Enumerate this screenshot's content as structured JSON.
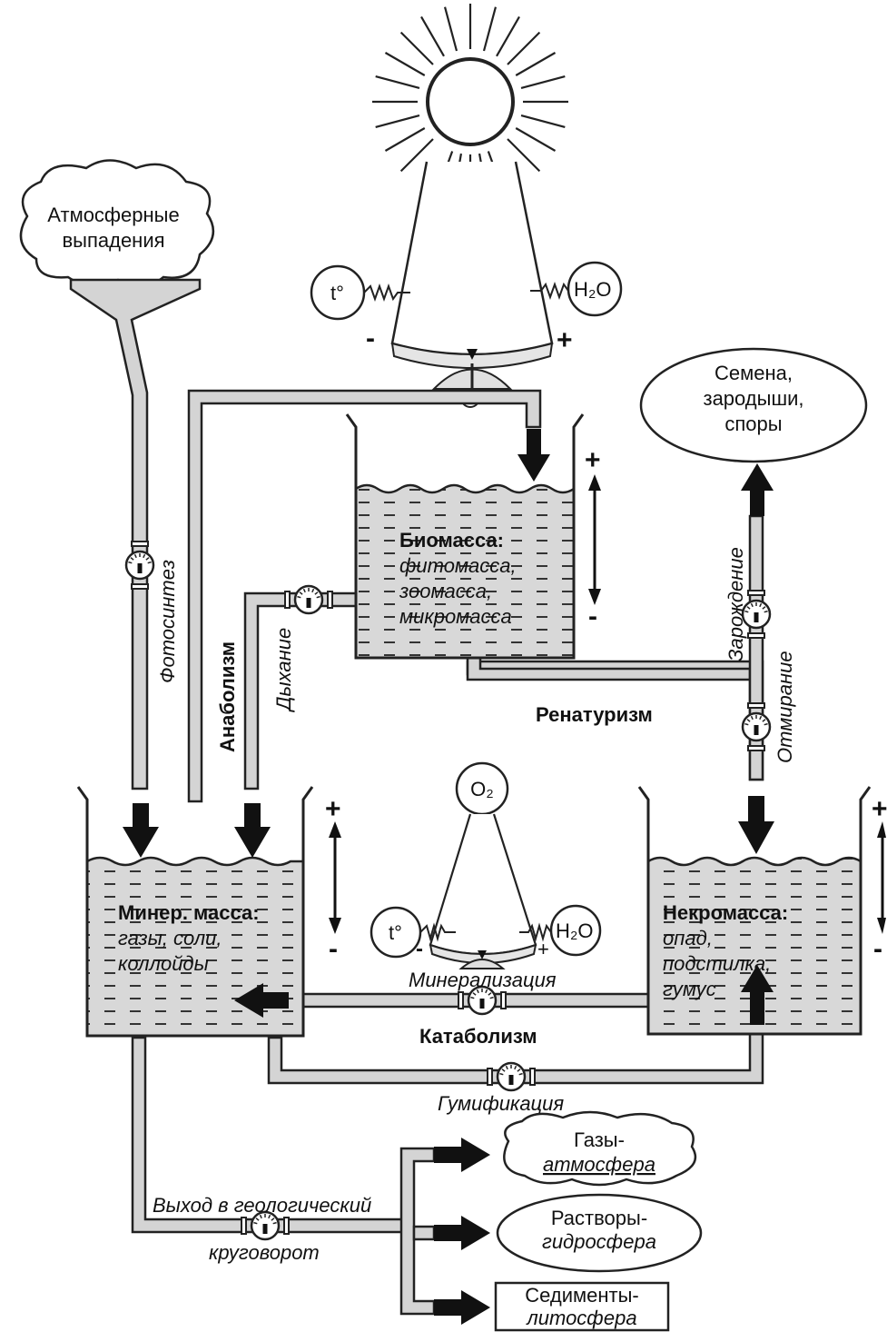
{
  "clouds": {
    "atmospheric": [
      "Атмосферные",
      "выпадения"
    ],
    "gases": [
      "Газы-",
      "атмосфера"
    ]
  },
  "ovals": {
    "seeds": [
      "Семена,",
      "зародыши,",
      "споры"
    ],
    "solutions": [
      "Растворы-",
      "гидросфера"
    ]
  },
  "box_sediments": [
    "Седименты-",
    "литосфера"
  ],
  "sun_regulator": {
    "t": "t°",
    "h2o": "H₂O",
    "minus": "-",
    "plus": "+"
  },
  "soil_regulator": {
    "o2": "O₂",
    "t": "t°",
    "h2o": "H₂O",
    "minus": "-",
    "plus": "+"
  },
  "biomass": {
    "title": "Биомасса:",
    "lines": [
      "фитомасса,",
      "зоомасса,",
      "микромасса"
    ],
    "plus": "+",
    "minus": "-"
  },
  "mineral": {
    "title": "Минер. масса:",
    "lines": [
      "газы, соли,",
      "коллойды"
    ],
    "plus": "+",
    "minus": "-"
  },
  "necromass": {
    "title": "Некромасса:",
    "lines": [
      "опад,",
      "подстилка,",
      "гумус"
    ],
    "plus": "+",
    "minus": "-"
  },
  "labels": {
    "photosynthesis": "Фотосинтез",
    "anabolism": "Анаболизм",
    "respiration": "Дыхание",
    "renaturism": "Ренатуризм",
    "origination": "Зарождение",
    "dying": "Отмирание",
    "mineralization": "Минерализация",
    "catabolism": "Катаболизм",
    "humification": "Гумификация",
    "geo_exit_1": "Выход в геологический",
    "geo_exit_2": "круговорот"
  }
}
